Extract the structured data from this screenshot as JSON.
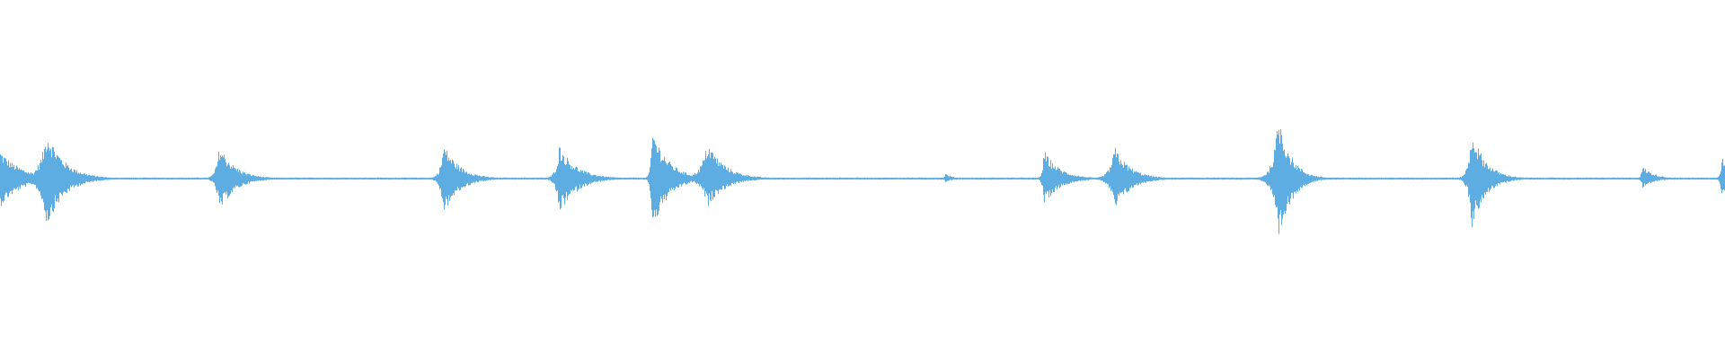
{
  "waveform": {
    "color": "#5dade2",
    "baseline_amplitude": 0.006,
    "bursts": [
      {
        "position": 0.0,
        "peak_up": 0.16,
        "peak_down": 0.16,
        "decay": 0.012,
        "attack": 0.002
      },
      {
        "position": 0.027,
        "peak_up": 0.28,
        "peak_down": 0.27,
        "decay": 0.01,
        "attack": 0.004
      },
      {
        "position": 0.127,
        "peak_up": 0.19,
        "peak_down": 0.19,
        "decay": 0.009,
        "attack": 0.002
      },
      {
        "position": 0.257,
        "peak_up": 0.2,
        "peak_down": 0.2,
        "decay": 0.009,
        "attack": 0.002
      },
      {
        "position": 0.324,
        "peak_up": 0.19,
        "peak_down": 0.2,
        "decay": 0.01,
        "attack": 0.002
      },
      {
        "position": 0.378,
        "peak_up": 0.29,
        "peak_down": 0.3,
        "decay": 0.009,
        "attack": 0.001
      },
      {
        "position": 0.41,
        "peak_up": 0.21,
        "peak_down": 0.16,
        "decay": 0.01,
        "attack": 0.004
      },
      {
        "position": 0.548,
        "peak_up": 0.03,
        "peak_down": 0.02,
        "decay": 0.004,
        "attack": 0.001
      },
      {
        "position": 0.605,
        "peak_up": 0.16,
        "peak_down": 0.15,
        "decay": 0.009,
        "attack": 0.001
      },
      {
        "position": 0.646,
        "peak_up": 0.18,
        "peak_down": 0.18,
        "decay": 0.009,
        "attack": 0.003
      },
      {
        "position": 0.741,
        "peak_up": 0.37,
        "peak_down": 0.38,
        "decay": 0.007,
        "attack": 0.003
      },
      {
        "position": 0.853,
        "peak_up": 0.28,
        "peak_down": 0.28,
        "decay": 0.008,
        "attack": 0.002
      },
      {
        "position": 0.952,
        "peak_up": 0.07,
        "peak_down": 0.05,
        "decay": 0.007,
        "attack": 0.001
      },
      {
        "position": 0.998,
        "peak_up": 0.13,
        "peak_down": 0.12,
        "decay": 0.004,
        "attack": 0.001
      }
    ]
  }
}
